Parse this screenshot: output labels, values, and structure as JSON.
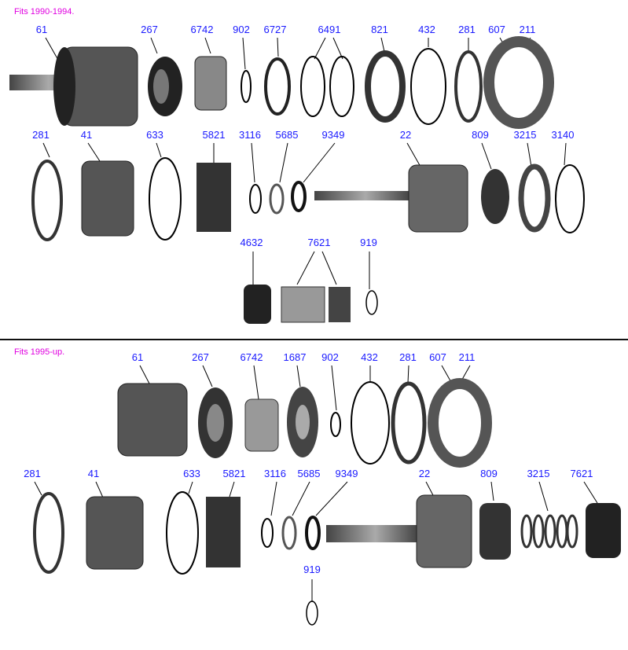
{
  "sections": [
    {
      "caption": "Fits 1990-1994.",
      "labels": [
        "61",
        "267",
        "6742",
        "902",
        "6727",
        "6491",
        "821",
        "432",
        "281",
        "607",
        "211",
        "281",
        "41",
        "633",
        "5821",
        "3116",
        "5685",
        "9349",
        "22",
        "809",
        "3215",
        "3140",
        "4632",
        "7621",
        "919"
      ]
    },
    {
      "caption": "Fits 1995-up.",
      "labels": [
        "61",
        "267",
        "6742",
        "1687",
        "902",
        "432",
        "281",
        "607",
        "211",
        "281",
        "41",
        "633",
        "5821",
        "3116",
        "5685",
        "9349",
        "22",
        "809",
        "3215",
        "7621",
        "919"
      ]
    }
  ],
  "colors": {
    "label": "#1a1aff",
    "caption": "#e000e0"
  }
}
